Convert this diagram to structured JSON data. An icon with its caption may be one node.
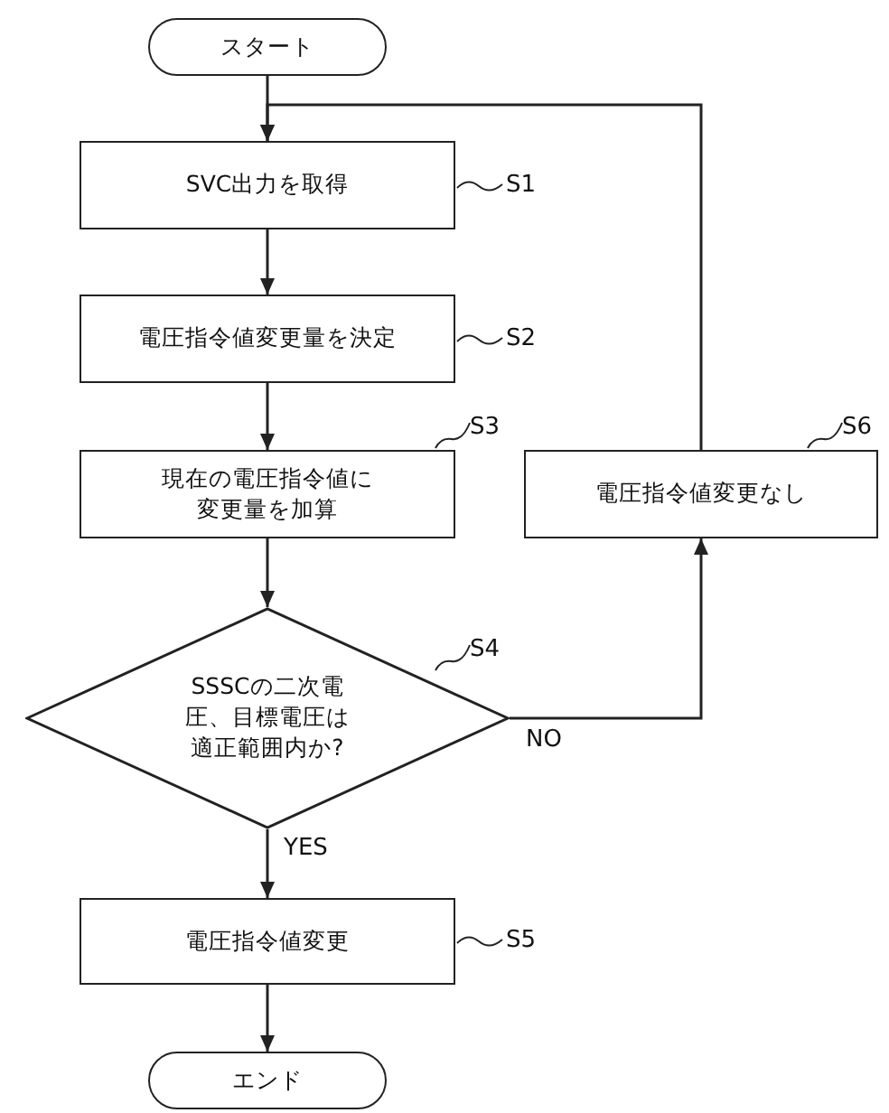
{
  "diagram": {
    "nodes": [
      {
        "text": [
          "スタート"
        ]
      },
      {
        "text": [
          "SVC出力を取得"
        ],
        "beside": [
          "S1"
        ]
      },
      {
        "text": [
          "電圧指令値変更量を決定"
        ],
        "beside": [
          "S2"
        ]
      },
      {
        "text": [
          "現在の電圧指令値に変更量を加算"
        ],
        "beside": [
          "S3"
        ]
      },
      {
        "text": [
          "電圧指令値変更なし"
        ],
        "beside": [
          "S6"
        ]
      },
      {
        "text": [
          "SSSCの二次電圧、目標電圧は適正範囲内か?"
        ],
        "beside": [
          "S4"
        ]
      },
      {
        "text": [
          "電圧指令値変更"
        ],
        "beside": [
          "S5"
        ]
      },
      {
        "text": [
          "エンド"
        ]
      }
    ],
    "edges": [
      {
        "from": 0,
        "to": 1,
        "arrow": "to"
      },
      {
        "from": 1,
        "to": 2,
        "arrow": "to"
      },
      {
        "from": 2,
        "to": 3,
        "arrow": "to"
      },
      {
        "from": 3,
        "to": 5,
        "arrow": "to"
      },
      {
        "from": 5,
        "to": 6,
        "label": "YES",
        "arrow": "to"
      },
      {
        "from": 5,
        "to": 4,
        "label": "NO",
        "arrow": "to"
      },
      {
        "from": 4,
        "to": 1,
        "arrow": "to"
      },
      {
        "from": 6,
        "to": 7,
        "arrow": "to"
      }
    ]
  }
}
